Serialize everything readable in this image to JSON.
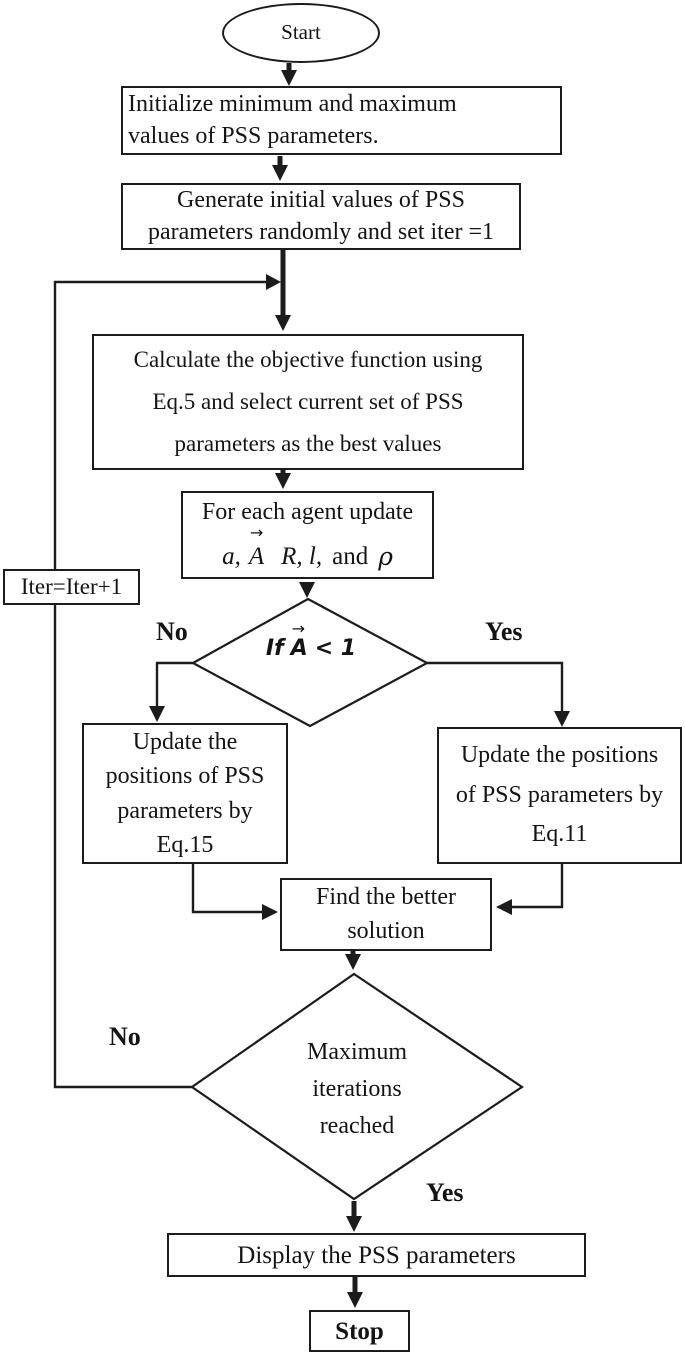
{
  "figure": {
    "kind": "algorithm-flowchart",
    "background_color": "#ffffff",
    "line_color": "#1c1c1c"
  },
  "flowchart": {
    "start": {
      "label": "Start"
    },
    "init": {
      "line1": "Initialize minimum and maximum",
      "line2": "values of PSS parameters."
    },
    "generate": {
      "line1": "Generate initial values of PSS",
      "line2": "parameters randomly and set iter =1"
    },
    "calculate": {
      "line1": "Calculate the objective function using",
      "line2": "Eq.5 and select current set of PSS",
      "line3": "parameters as the best values"
    },
    "foreach": {
      "line1": "For each agent update",
      "math": {
        "p1": "a,",
        "vec": "A",
        "arrow": "→",
        "p2": "R, l,",
        "conj": "and",
        "rho": "ρ"
      }
    },
    "iter": {
      "label": "Iter=Iter+1"
    },
    "decision1": {
      "cond_if": "If",
      "vec": "A",
      "arrow": "→",
      "cmp": "< 1",
      "no": "No",
      "yes": "Yes"
    },
    "update_left": {
      "line1": "Update the",
      "line2": "positions of PSS",
      "line3": "parameters by",
      "line4": "Eq.15"
    },
    "update_right": {
      "line1": "Update the positions",
      "line2": "of PSS parameters by",
      "line3": "Eq.11"
    },
    "find": {
      "line1": "Find the better",
      "line2": "solution"
    },
    "decision2": {
      "line1": "Maximum",
      "line2": "iterations",
      "line3": "reached",
      "no": "No",
      "yes": "Yes"
    },
    "display": {
      "label": "Display the PSS parameters"
    },
    "stop": {
      "label": "Stop"
    }
  }
}
